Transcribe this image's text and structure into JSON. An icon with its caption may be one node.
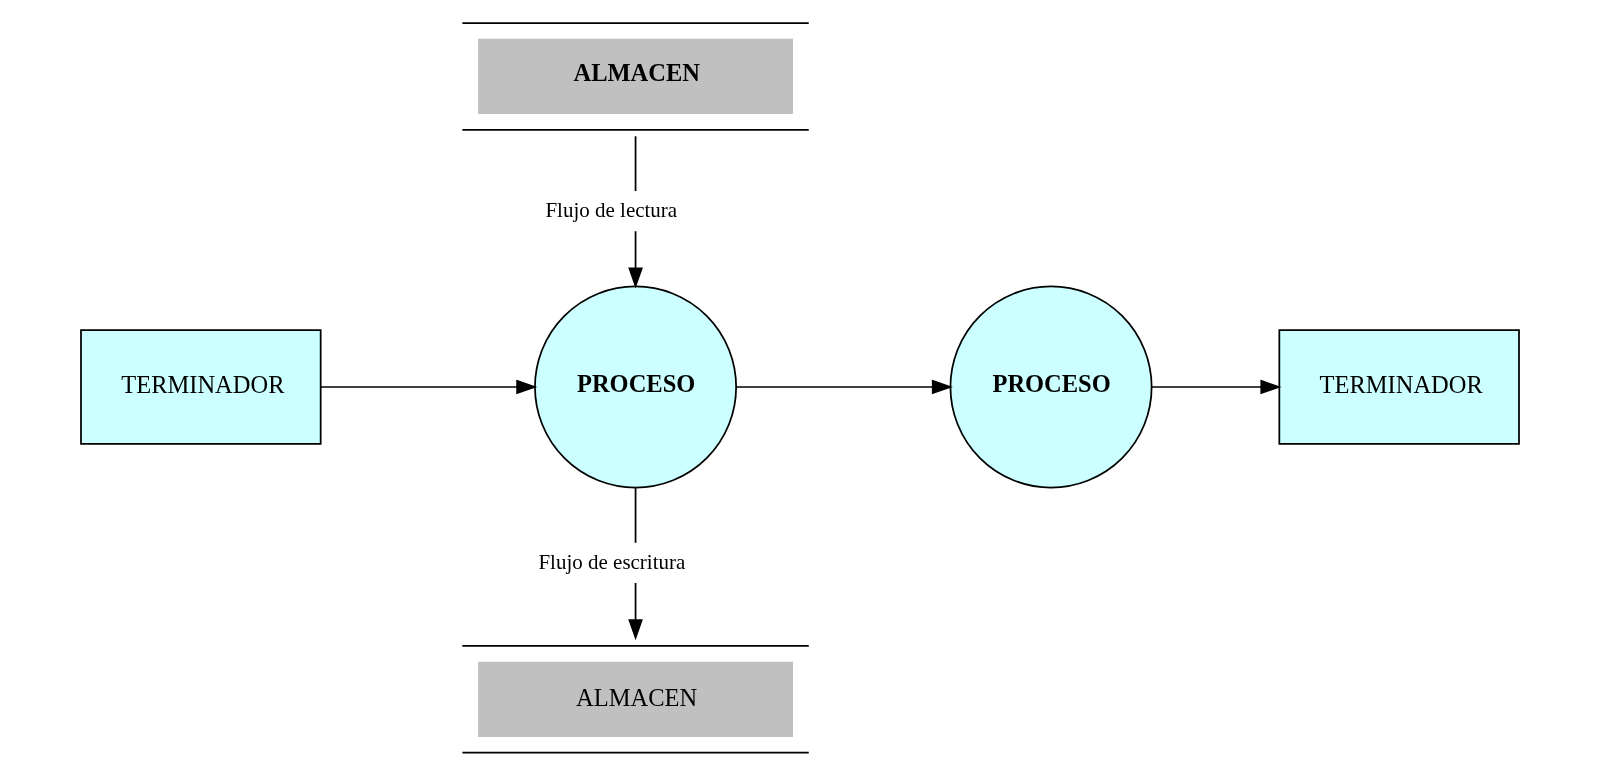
{
  "diagram": {
    "nodes": [
      {
        "text": [
          "TERMINADOR"
        ]
      },
      {
        "text": [
          "ALMACEN"
        ]
      },
      {
        "text": [
          "PROCESO"
        ]
      },
      {
        "text": [
          "PROCESO"
        ]
      },
      {
        "text": [
          "TERMINADOR"
        ]
      },
      {
        "text": [
          "ALMACEN"
        ]
      }
    ],
    "edges": [
      {
        "from": 0,
        "to": 2,
        "arrow": "to"
      },
      {
        "from": 1,
        "to": 2,
        "arrow": "to",
        "label": "Flujo de lectura"
      },
      {
        "from": 2,
        "to": 3,
        "arrow": "to"
      },
      {
        "from": 3,
        "to": 4,
        "arrow": "to"
      },
      {
        "from": 2,
        "to": 5,
        "arrow": "to",
        "label": "Flujo de escritura"
      }
    ]
  }
}
